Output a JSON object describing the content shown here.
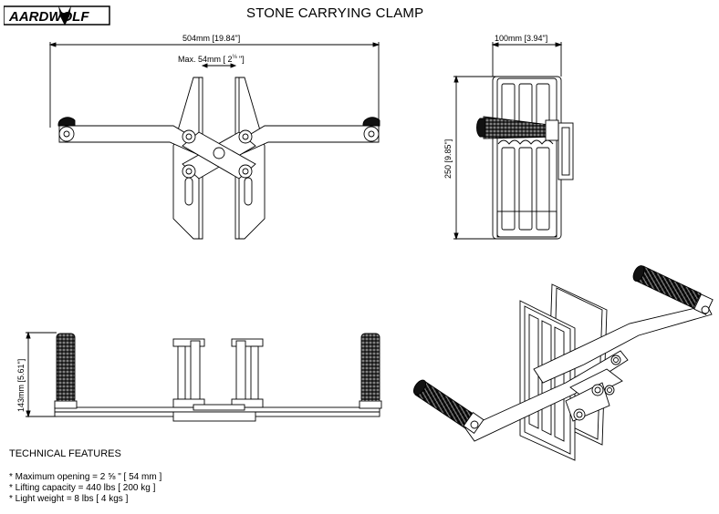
{
  "brand": {
    "logo_text": "AARDWOLF"
  },
  "title": "STONE CARRYING CLAMP",
  "dimensions": {
    "top_width": "504mm  [19.84\"]",
    "max_opening_prefix": "Max. 54mm [ 2",
    "max_opening_suffix": " \"]",
    "side_width": "100mm  [3.94\"]",
    "side_height": "250 [9.85\"]",
    "front_height": "143mm [5.61\"]"
  },
  "technical": {
    "heading": "TECHNICAL FEATURES",
    "features": [
      "* Maximum opening = 2 ⅝ \" [ 54 mm ]",
      "* Lifting capacity = 440 lbs [ 200 kg ]",
      "* Light weight = 8 lbs [ 4 kgs ]"
    ]
  },
  "colors": {
    "line": "#000000",
    "fill_dark": "#111111",
    "fill_light": "#ffffff"
  }
}
